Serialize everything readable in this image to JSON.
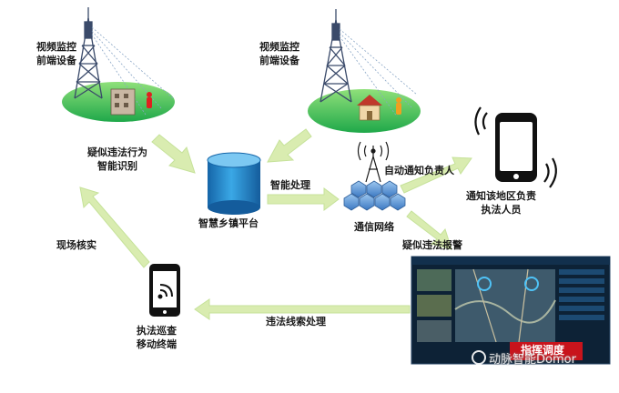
{
  "nodes": {
    "camera_left": {
      "line1": "视频监控",
      "line2": "前端设备"
    },
    "camera_right": {
      "line1": "视频监控",
      "line2": "前端设备"
    },
    "platform": {
      "label": "智慧乡镇平台"
    },
    "network": {
      "label": "通信网络"
    },
    "notify_officer": {
      "line1": "通知该地区负责",
      "line2": "执法人员"
    },
    "mobile_terminal": {
      "line1": "执法巡查",
      "line2": "移动终端"
    },
    "dispatch_screen": {
      "banner": "指挥调度"
    }
  },
  "edges": {
    "suspected_violation": {
      "line1": "疑似违法行为",
      "line2": "智能识别"
    },
    "smart_processing": "智能处理",
    "auto_notify": "自动通知负责人",
    "suspected_alarm": "疑似违法报警",
    "clue_processing": "违法线索处理",
    "on_site_verify": "现场核实"
  },
  "watermark": "动脉智能Domor",
  "colors": {
    "arrow": "#d9ecb0",
    "arrow_stroke": "#c6e29a",
    "ground_green": "#4fbf5a",
    "platform_blue": "#1e88c8",
    "tower": "#3a4a6a",
    "phone": "#111111",
    "screen_bg": "#0d2236",
    "banner_red": "#c8141c"
  }
}
